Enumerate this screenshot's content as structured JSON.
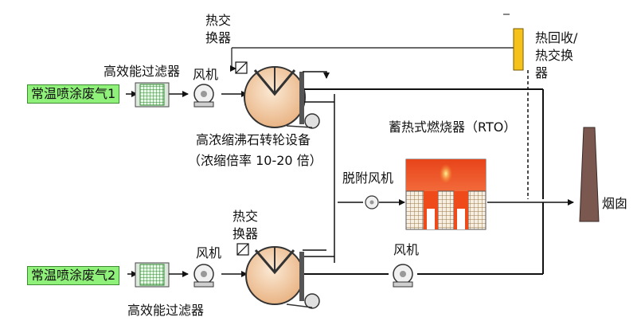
{
  "labels": {
    "gas1": "常温喷涂废气1",
    "gas2": "常温喷涂废气2",
    "filter_top": "高效能过滤器",
    "filter_bottom": "高效能过滤器",
    "fan1": "风机",
    "fan2": "风机",
    "fan_rto_out": "风机",
    "hx_top_l1": "热交",
    "hx_top_l2": "换器",
    "hx_mid_l1": "热交",
    "hx_mid_l2": "换器",
    "heat_recovery_l1": "热回收/",
    "heat_recovery_l2": "热交换",
    "heat_recovery_l3": "器",
    "rotor_l1": "高浓缩沸石转轮设备",
    "rotor_l2": "（浓缩倍率 10-20 倍）",
    "rto": "蓄热式燃烧器（RTO）",
    "desorb_fan": "脱附风机",
    "chimney": "烟囱"
  },
  "colors": {
    "gas_box": "#8ff07a",
    "filter_grid": "#2e8b2e",
    "rotor_fill": "#f0c9a0",
    "rto_flame": "#ef4a1a",
    "rto_grid": "#c9a36a",
    "heat_recovery": "#f5c21b",
    "chimney": "#7a5850"
  }
}
